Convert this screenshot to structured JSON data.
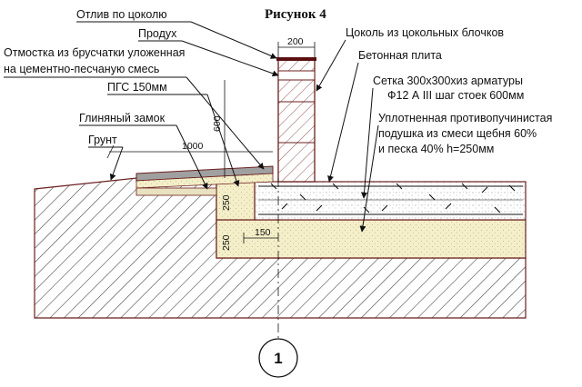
{
  "figure": {
    "title": "Рисунок 4",
    "axis_marker": "1"
  },
  "labels": {
    "drip": "Отлив по цоколю",
    "vent": "Продух",
    "paving_1": "Отмостка из брусчатки уложенная",
    "paving_2": "на цементно-песчаную смесь",
    "gravel": "ПГС 150мм",
    "clay_lock": "Глиняный замок",
    "soil": "Грунт",
    "plinth": "Цоколь из цокольных блочков",
    "slab": "Бетонная плита",
    "mesh_1": "Сетка 300х300хиз арматуры",
    "mesh_2": "Ф12 А III шаг стоек 600мм",
    "cushion_1": "Уплотненная противопучинистая",
    "cushion_2": "подушка из смеси щебня 60%",
    "cushion_3": "и песка 40%  h=250мм"
  },
  "dimensions": {
    "plinth_width": "200",
    "plinth_height": "600",
    "paving_width": "1000",
    "slab_thickness": "250",
    "cushion_thickness": "250",
    "overhang": "150"
  },
  "colors": {
    "outline": "#6b1f1f",
    "sand": "#f4efc9",
    "soil_hatch": "#333333",
    "paving": "#a0a0a0",
    "drip_plate": "#5a1010"
  }
}
